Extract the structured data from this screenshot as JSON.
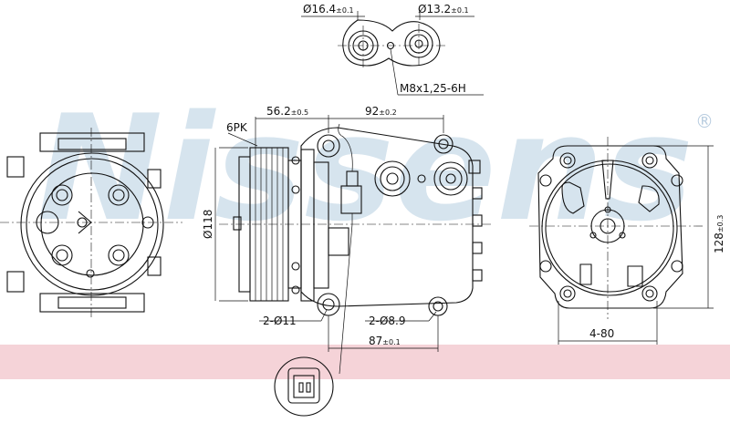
{
  "watermark": {
    "text": "Nissens",
    "registered": "®",
    "color": "#c9dbe9"
  },
  "band_color": "#f5d3d8",
  "dimensions": {
    "port_large": "Ø16.4",
    "port_large_tol": "±0.1",
    "port_small": "Ø13.2",
    "port_small_tol": "±0.1",
    "thread": "M8x1,25-6H",
    "offset_left": "56.2",
    "offset_left_tol": "±0.5",
    "offset_right": "92",
    "offset_right_tol": "±0.2",
    "pulley_type": "6PK",
    "pulley_diameter": "Ø118",
    "mount_a": "2-Ø11",
    "mount_b": "2-Ø8.9",
    "spacing_bottom": "87",
    "spacing_bottom_tol": "±0.1",
    "height_right": "128",
    "height_right_tol": "±0.3",
    "holes_rear": "4-80"
  }
}
